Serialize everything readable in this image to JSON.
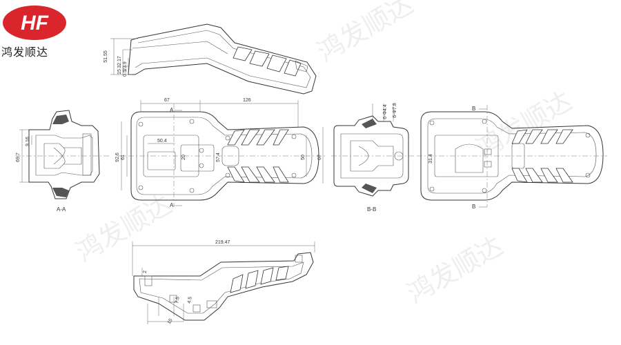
{
  "brand": {
    "logo_text": "HF",
    "company_name": "鸿发顺达",
    "logo_color": "#d9252b"
  },
  "watermark_text": "鸿发顺达",
  "views": {
    "section_aa": {
      "label": "A-A",
      "dims": [
        "69.7",
        "9.16"
      ]
    },
    "section_bb": {
      "label": "B-B",
      "dims": [
        "6-Φ4.4",
        "6-Φ7.8"
      ]
    },
    "top_view": {
      "cut_label": "A",
      "dims": [
        "67",
        "126",
        "50.4",
        "20",
        "92.6",
        "61",
        "57.4",
        "50",
        "67"
      ]
    },
    "bottom_view": {
      "cut_label": "B",
      "dims": [
        "31.4"
      ]
    },
    "side_top": {
      "dims": [
        "51.55",
        "32.17",
        "23.9",
        "15",
        "0.5"
      ]
    },
    "side_bottom": {
      "dims": [
        "219.47",
        "2",
        "4.5",
        "7.5",
        "15"
      ]
    }
  }
}
